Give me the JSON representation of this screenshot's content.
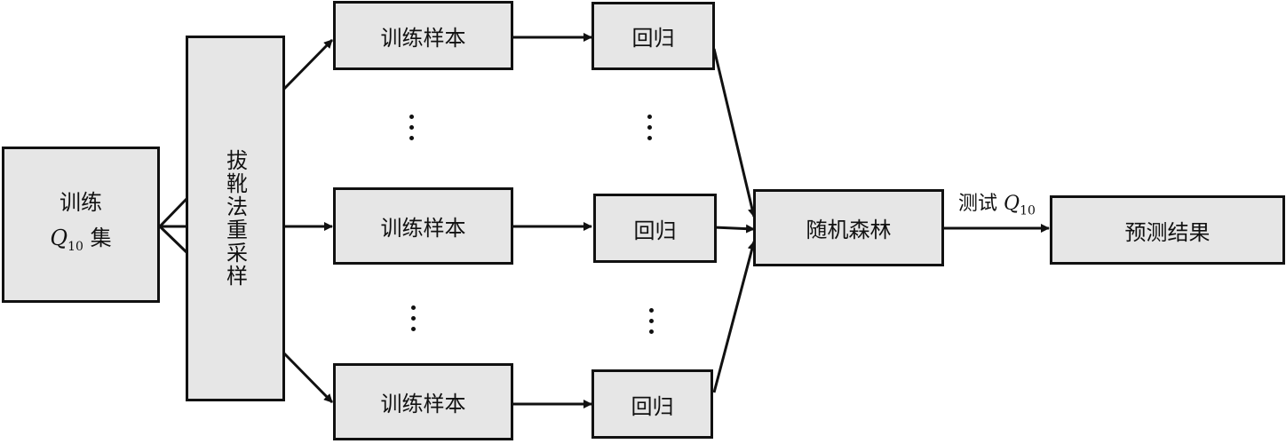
{
  "diagram": {
    "training_set": {
      "line1": "训练",
      "q_letter": "Q",
      "q_sub": "10",
      "suffix": "集"
    },
    "bootstrap": "拔靴法重采样",
    "samples": [
      "训练样本",
      "训练样本",
      "训练样本"
    ],
    "regressions": [
      "回归",
      "回归",
      "回归"
    ],
    "random_forest": "随机森林",
    "test_label": {
      "prefix": "测试",
      "q_letter": "Q",
      "q_sub": "10"
    },
    "result": "预测结果",
    "colors": {
      "box_fill": "#e6e6e6",
      "stroke": "#111111"
    }
  }
}
